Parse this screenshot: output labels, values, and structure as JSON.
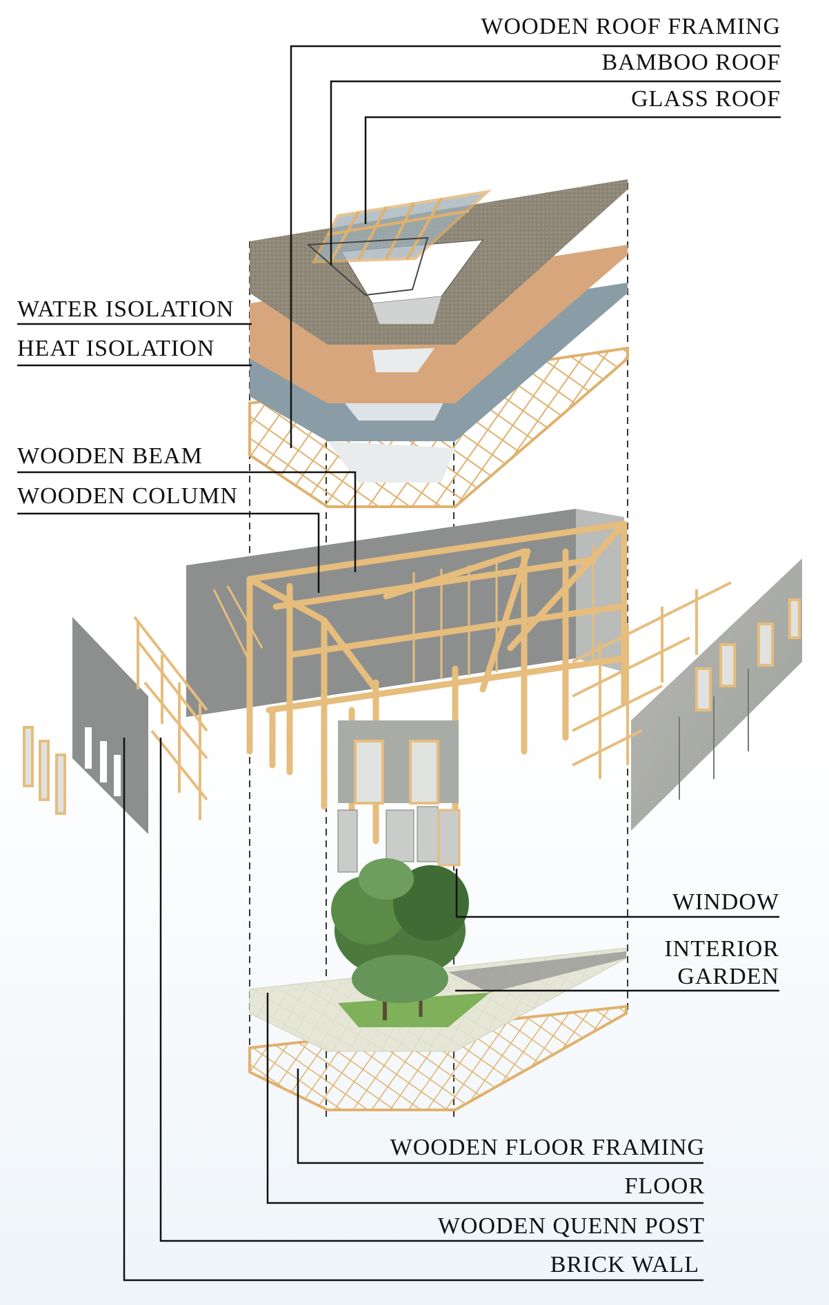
{
  "labels": {
    "wooden_roof_framing": "WOODEN ROOF FRAMING",
    "bamboo_roof": "BAMBOO ROOF",
    "glass_roof": "GLASS ROOF",
    "water_isolation": "WATER ISOLATION",
    "heat_isolation": "HEAT ISOLATION",
    "wooden_beam": "WOODEN BEAM",
    "wooden_column": "WOODEN COLUMN",
    "window": "WINDOW",
    "interior_garden_line1": "INTERIOR",
    "interior_garden_line2": "GARDEN",
    "wooden_floor_framing": "WOODEN FLOOR FRAMING",
    "floor": "FLOOR",
    "wooden_quenn_post": "WOODEN QUENN POST",
    "brick_wall": "BRICK WALL"
  },
  "colors": {
    "bamboo_roof": "#8f8878",
    "water_isolation": "#d8a67c",
    "heat_isolation": "#8a9da6",
    "timber": "#e6bd7d",
    "wall_grey": "#8c8f8d",
    "panel_grey": "#b9bcb8",
    "floor": "#e3e3d2",
    "foliage": "#4c7a3e",
    "leader": "#111111"
  }
}
